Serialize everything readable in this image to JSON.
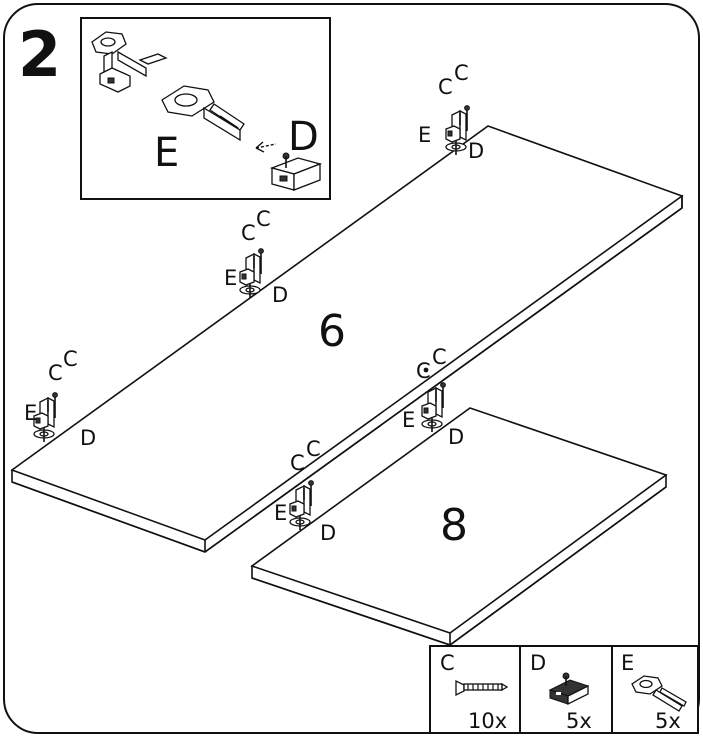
{
  "step_number": "2",
  "inset": {
    "label_e": "E",
    "label_d": "D"
  },
  "panels": {
    "top_panel": "6",
    "bottom_panel": "8"
  },
  "hinge_labels": {
    "c": "C",
    "d": "D",
    "e": "E"
  },
  "parts_table": [
    {
      "letter": "C",
      "quantity": "10x",
      "icon": "screw-icon"
    },
    {
      "letter": "D",
      "quantity": "5x",
      "icon": "mounting-plate-icon"
    },
    {
      "letter": "E",
      "quantity": "5x",
      "icon": "hinge-icon"
    }
  ]
}
